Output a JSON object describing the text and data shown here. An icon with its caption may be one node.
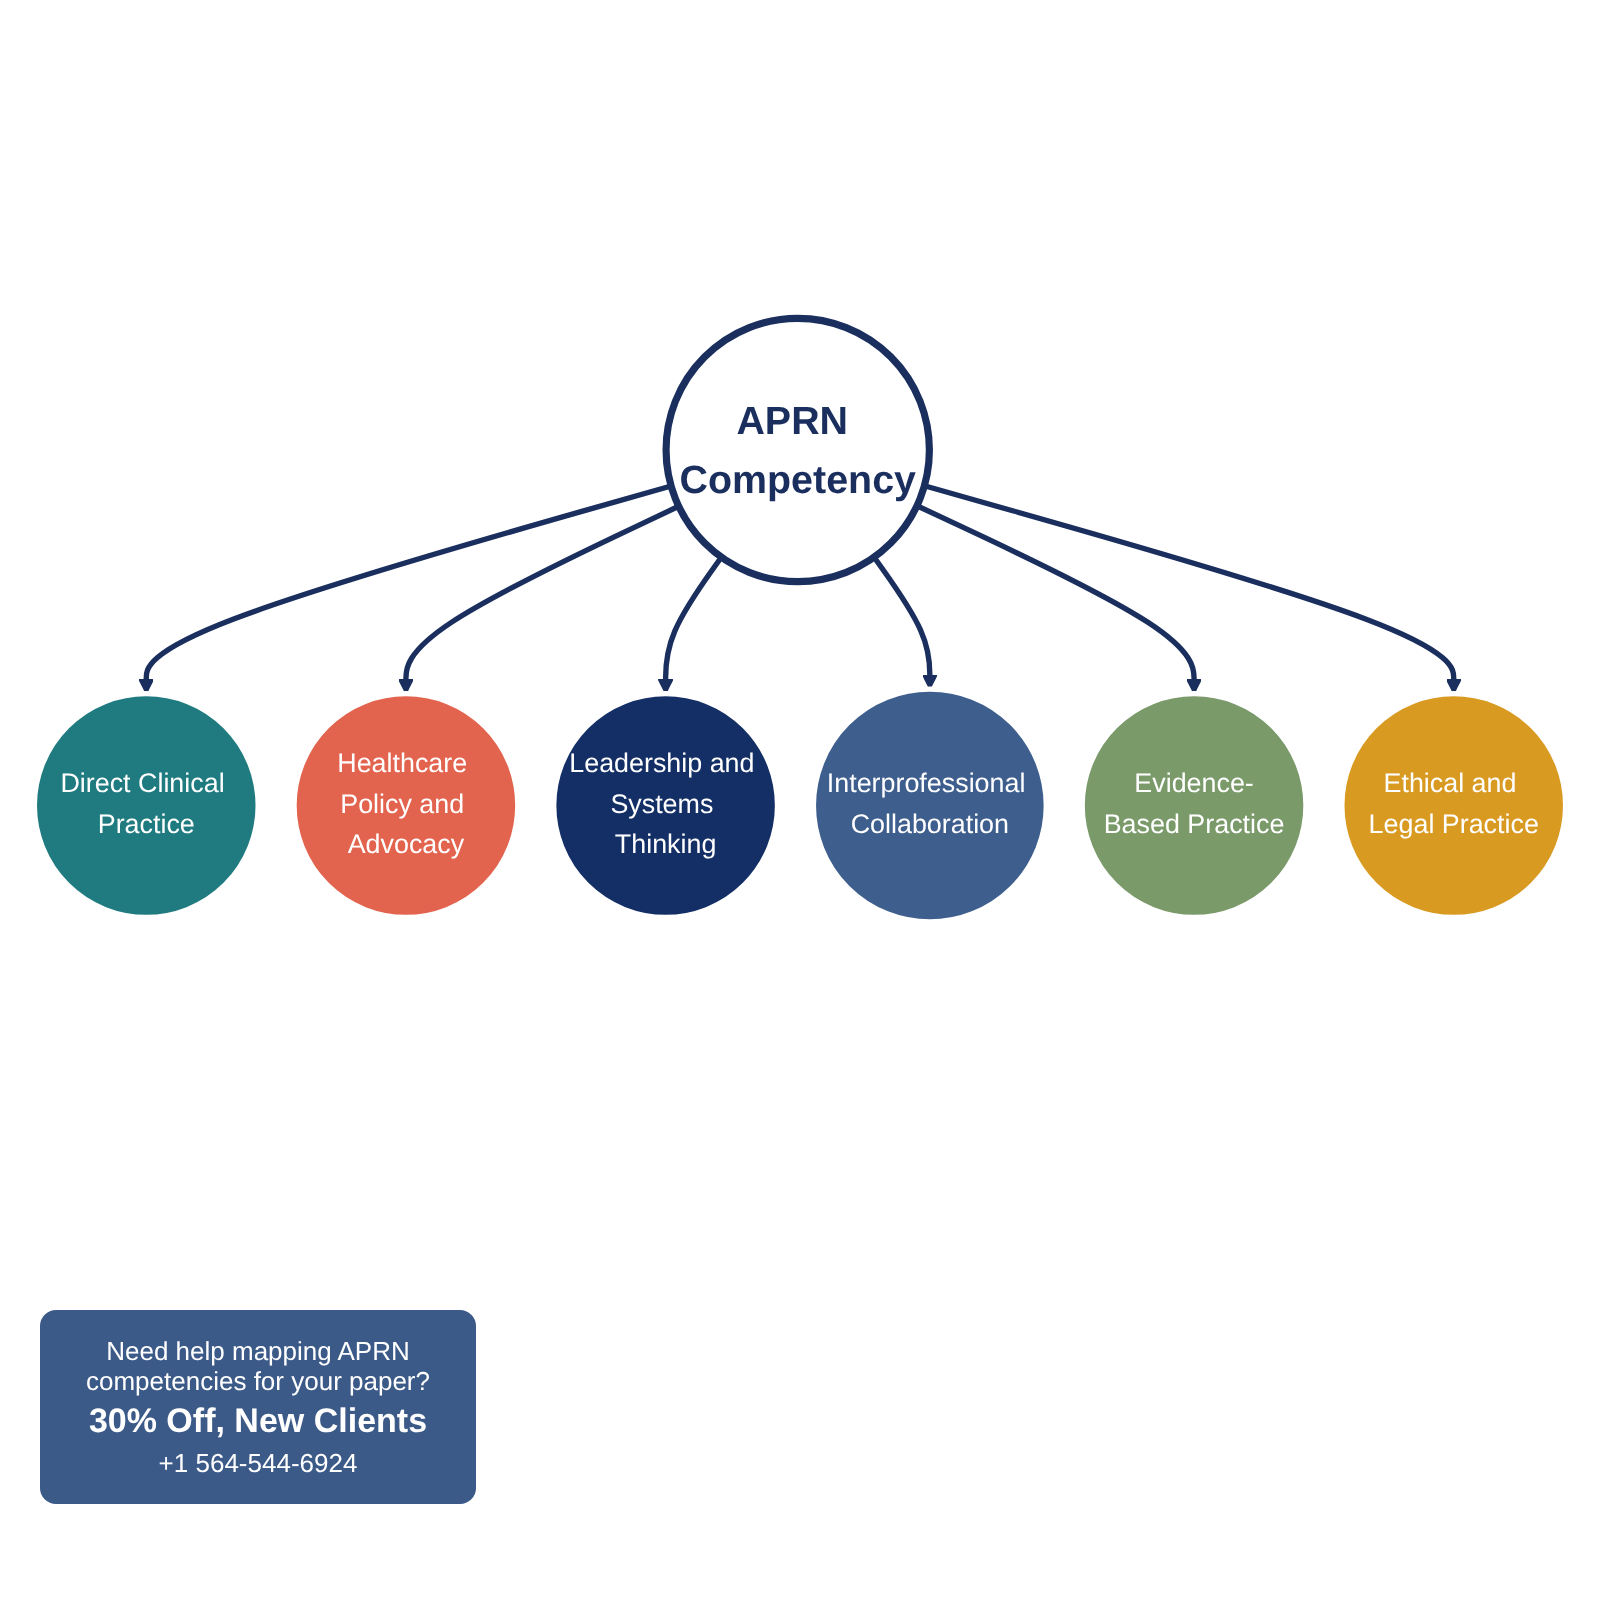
{
  "diagram": {
    "nodes": [
      {
        "text": [
          "Direct Clinical Practice"
        ]
      },
      {
        "text": [
          "Healthcare Policy and Advocacy"
        ]
      },
      {
        "text": [
          "Leadership and Systems Thinking"
        ]
      },
      {
        "text": [
          "APRN Competency"
        ]
      },
      {
        "text": [
          "Interprofessional Collaboration"
        ]
      },
      {
        "text": [
          "Evidence-Based Practice"
        ]
      },
      {
        "text": [
          "Ethical and Legal Practice"
        ]
      }
    ],
    "edges": [
      {
        "from": 3,
        "to": 0,
        "arrow": "to"
      },
      {
        "from": 3,
        "to": 1,
        "arrow": "to"
      },
      {
        "from": 3,
        "to": 2,
        "arrow": "to"
      },
      {
        "from": 3,
        "to": 4,
        "arrow": "to"
      },
      {
        "from": 3,
        "to": 5,
        "arrow": "to"
      },
      {
        "from": 3,
        "to": 6,
        "arrow": "to"
      }
    ],
    "labels": [
      "Need help mapping APRN competencies for your paper?",
      "30% Off, New Clients",
      "+1 564-544-6924"
    ]
  }
}
